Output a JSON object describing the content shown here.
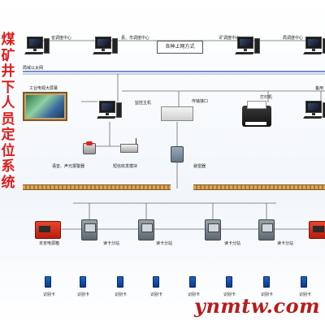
{
  "title_vertical": [
    "煤",
    "矿",
    "井",
    "下",
    "人",
    "员",
    "定",
    "位",
    "系",
    "统"
  ],
  "top_nodes": [
    {
      "label": "省调度中心"
    },
    {
      "label": "县、市调度中心"
    },
    {
      "label": "矿调度中心"
    },
    {
      "label": "局调度中心"
    }
  ],
  "network_box": "各种上网方式",
  "lan_label": "局域以太网",
  "mid": {
    "big_screen": "工业电视大屏幕",
    "host": "监控主机",
    "interface": "传输接口",
    "printer": "打印机",
    "right_node": "备用",
    "voice": "语音、声光报警器",
    "sms": "短信收发模块",
    "splitter": "避雷器"
  },
  "bottom": {
    "power": "本安电源箱",
    "reader_label": "读卡分站",
    "card_label": "识别卡"
  },
  "watermark": "ynmtw.com"
}
